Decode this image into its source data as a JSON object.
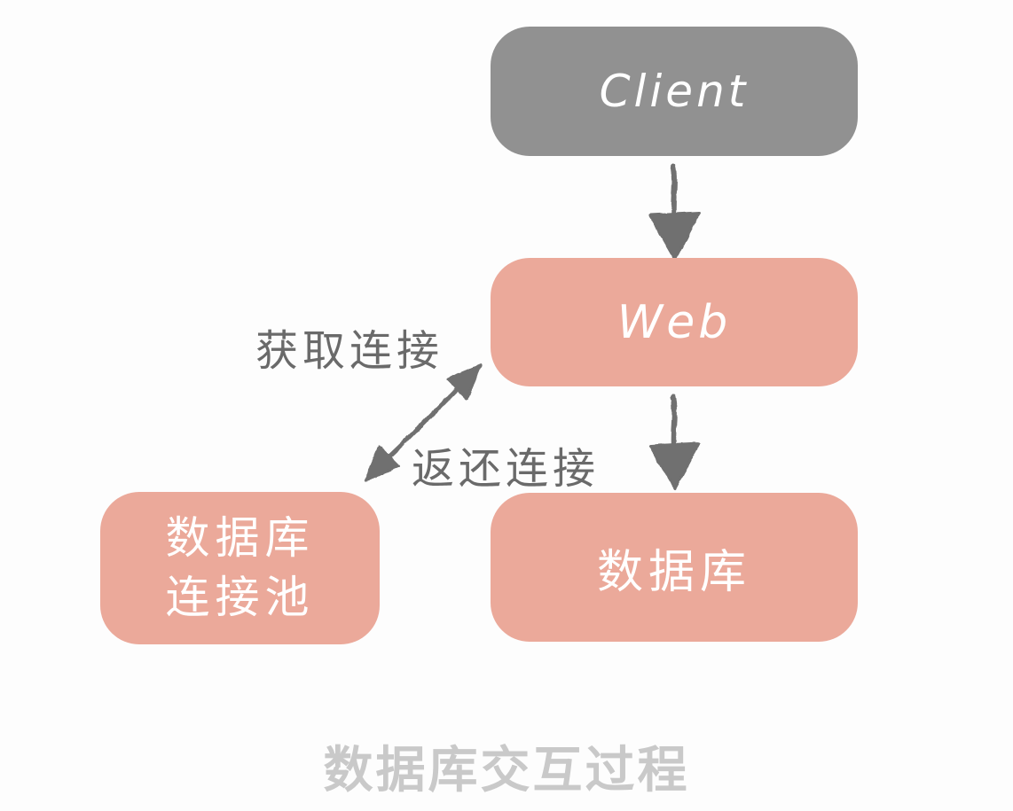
{
  "diagram": {
    "title": "数据库交互过程",
    "nodes": {
      "client": {
        "label": "Client"
      },
      "web": {
        "label": "Web"
      },
      "db_pool": {
        "label_line1": "数据库",
        "label_line2": "连接池"
      },
      "db": {
        "label": "数据库"
      }
    },
    "edge_labels": {
      "acquire": "获取连接",
      "release": "返还连接"
    },
    "colors": {
      "client_box": "#919191",
      "pink_box": "#EBA99A",
      "box_text": "#FFFFFF",
      "arrow": "#6F6F6F",
      "edge_label_text": "#6A6A6A",
      "title_text": "#C9C9C9",
      "background": "#FDFDFD"
    }
  }
}
